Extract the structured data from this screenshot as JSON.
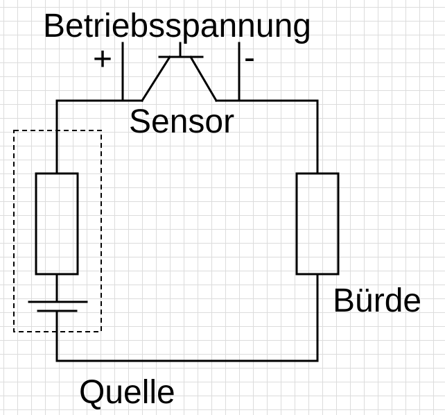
{
  "labels": {
    "supply_voltage": "Betriebsspannung",
    "plus": "+",
    "minus": "-",
    "sensor": "Sensor",
    "load": "Bürde",
    "source": "Quelle"
  },
  "colors": {
    "background": "#ffffff",
    "grid": "#dcdcdc",
    "line": "#000000",
    "dashed_box": "#000000"
  },
  "components": [
    {
      "type": "resistor",
      "role": "source-internal-resistance"
    },
    {
      "type": "battery",
      "role": "source-cell"
    },
    {
      "type": "resistor",
      "role": "load-resistor"
    },
    {
      "type": "transistor",
      "role": "sensor"
    }
  ]
}
